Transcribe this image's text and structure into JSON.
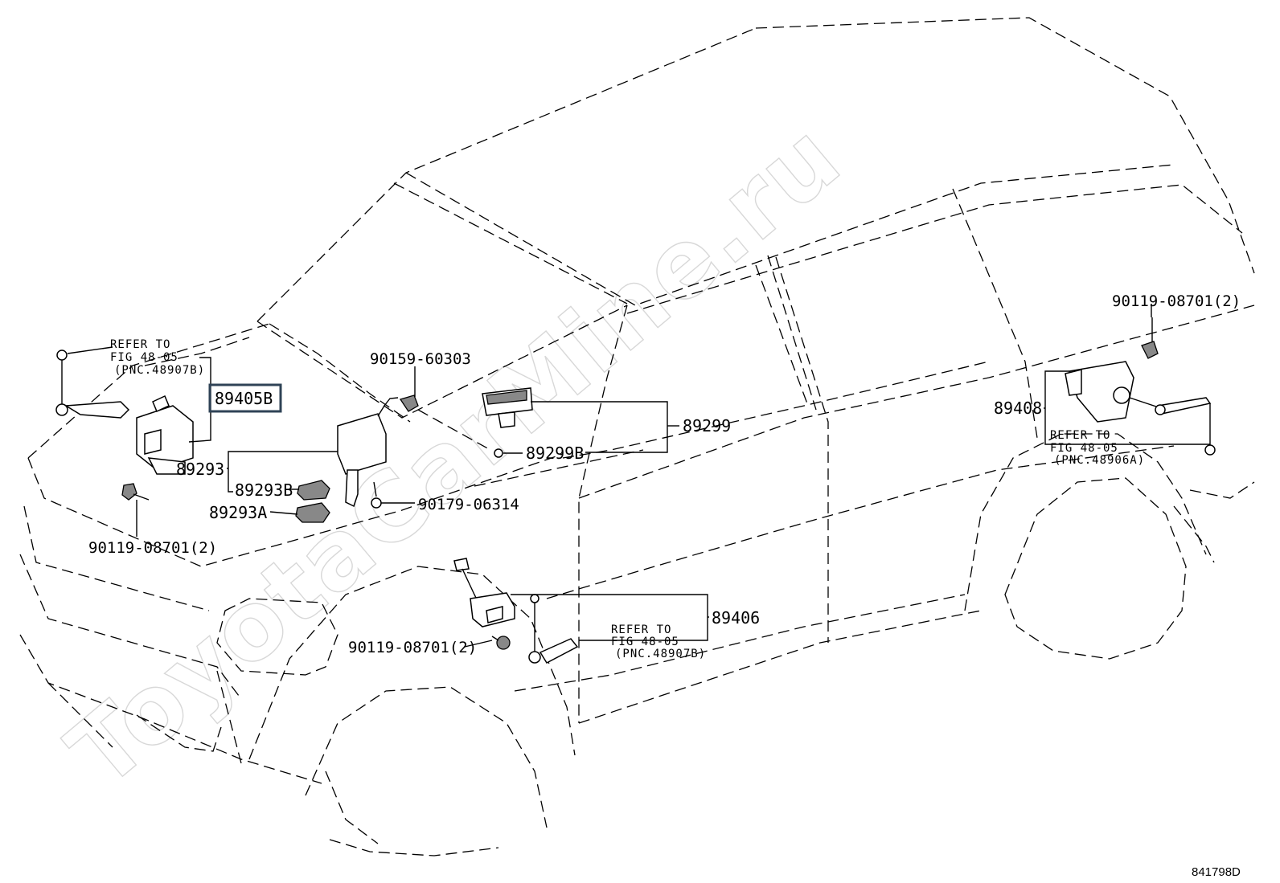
{
  "watermark": "ToyotaCarMine.ru",
  "figure_id": "841798D",
  "highlight_color": "#2f4356",
  "labels": {
    "p89405B": "89405B",
    "p89293": "89293",
    "p89293B": "89293B",
    "p89293A": "89293A",
    "p90119_left": "90119-08701(2)",
    "p90159": "90159-60303",
    "p90179": "90179-06314",
    "p89299": "89299",
    "p89299B": "89299B",
    "p90119_right": "90119-08701(2)",
    "p89408": "89408",
    "p89406": "89406",
    "p90119_bottom": "90119-08701(2)"
  },
  "references": {
    "front_left": {
      "line1": "REFER TO",
      "line2": "FIG 48-05",
      "line3": "(PNC.48907B)"
    },
    "rear": {
      "line1": "REFER TO",
      "line2": "FIG 48-05",
      "line3": "(PNC.48906A)"
    },
    "front_lower": {
      "line1": "REFER TO",
      "line2": "FIG 48-05",
      "line3": "(PNC.48907B)"
    }
  }
}
